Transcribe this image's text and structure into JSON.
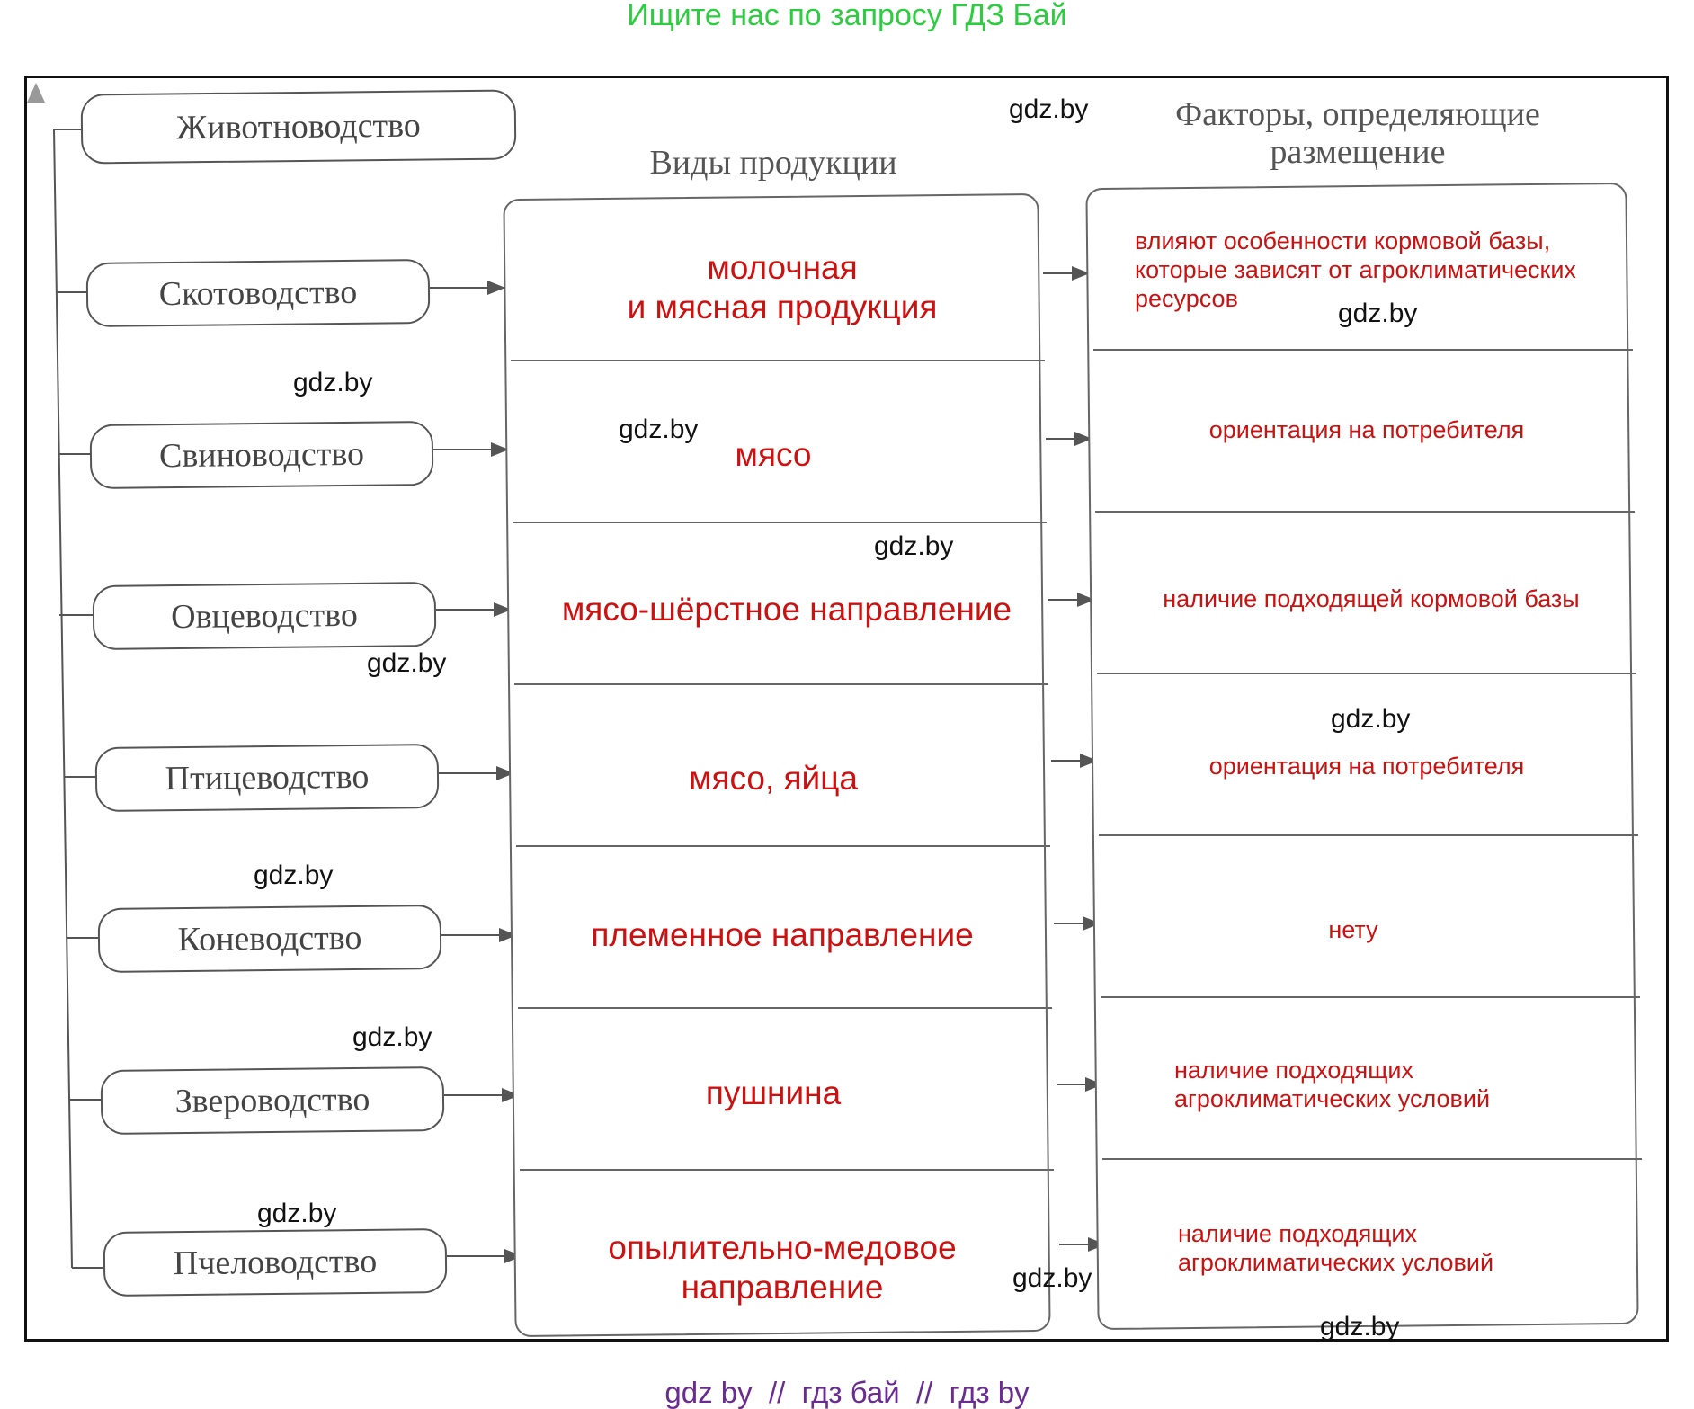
{
  "top_banner": "Ищите нас по запросу ГДЗ Бай",
  "root": "Животноводство",
  "col2_header": "Виды продукции",
  "col3_header_line1": "Факторы, определяющие",
  "col3_header_line2": "размещение",
  "rows": [
    {
      "branch": "Скотоводство",
      "product_line1": "молочная",
      "product_line2": "и мясная продукция",
      "factor_line1": "влияют особенности кормовой базы,",
      "factor_line2": "которые зависят от агроклиматических",
      "factor_line3": "ресурсов"
    },
    {
      "branch": "Свиноводство",
      "product_line1": "мясо",
      "product_line2": "",
      "factor_line1": "ориентация на потребителя",
      "factor_line2": "",
      "factor_line3": ""
    },
    {
      "branch": "Овцеводство",
      "product_line1": "мясо-шёрстное направление",
      "product_line2": "",
      "factor_line1": "наличие подходящей кормовой базы",
      "factor_line2": "",
      "factor_line3": ""
    },
    {
      "branch": "Птицеводство",
      "product_line1": "мясо, яйца",
      "product_line2": "",
      "factor_line1": "ориентация на потребителя",
      "factor_line2": "",
      "factor_line3": ""
    },
    {
      "branch": "Коневодство",
      "product_line1": "племенное направление",
      "product_line2": "",
      "factor_line1": "нету",
      "factor_line2": "",
      "factor_line3": ""
    },
    {
      "branch": "Звероводство",
      "product_line1": "пушнина",
      "product_line2": "",
      "factor_line1": "наличие подходящих",
      "factor_line2": "агроклиматических условий",
      "factor_line3": ""
    },
    {
      "branch": "Пчеловодство",
      "product_line1": "опылительно-медовое",
      "product_line2": "направление",
      "factor_line1": "наличие подходящих",
      "factor_line2": "агроклиматических условий",
      "factor_line3": ""
    }
  ],
  "watermark": "gdz.by",
  "bottom_banner": "gdz by  //  гдз бай  //  гдз by",
  "colors": {
    "answer_red": "#cc1111",
    "banner_green": "#2ecc40",
    "banner_purple": "#6a2c91"
  }
}
